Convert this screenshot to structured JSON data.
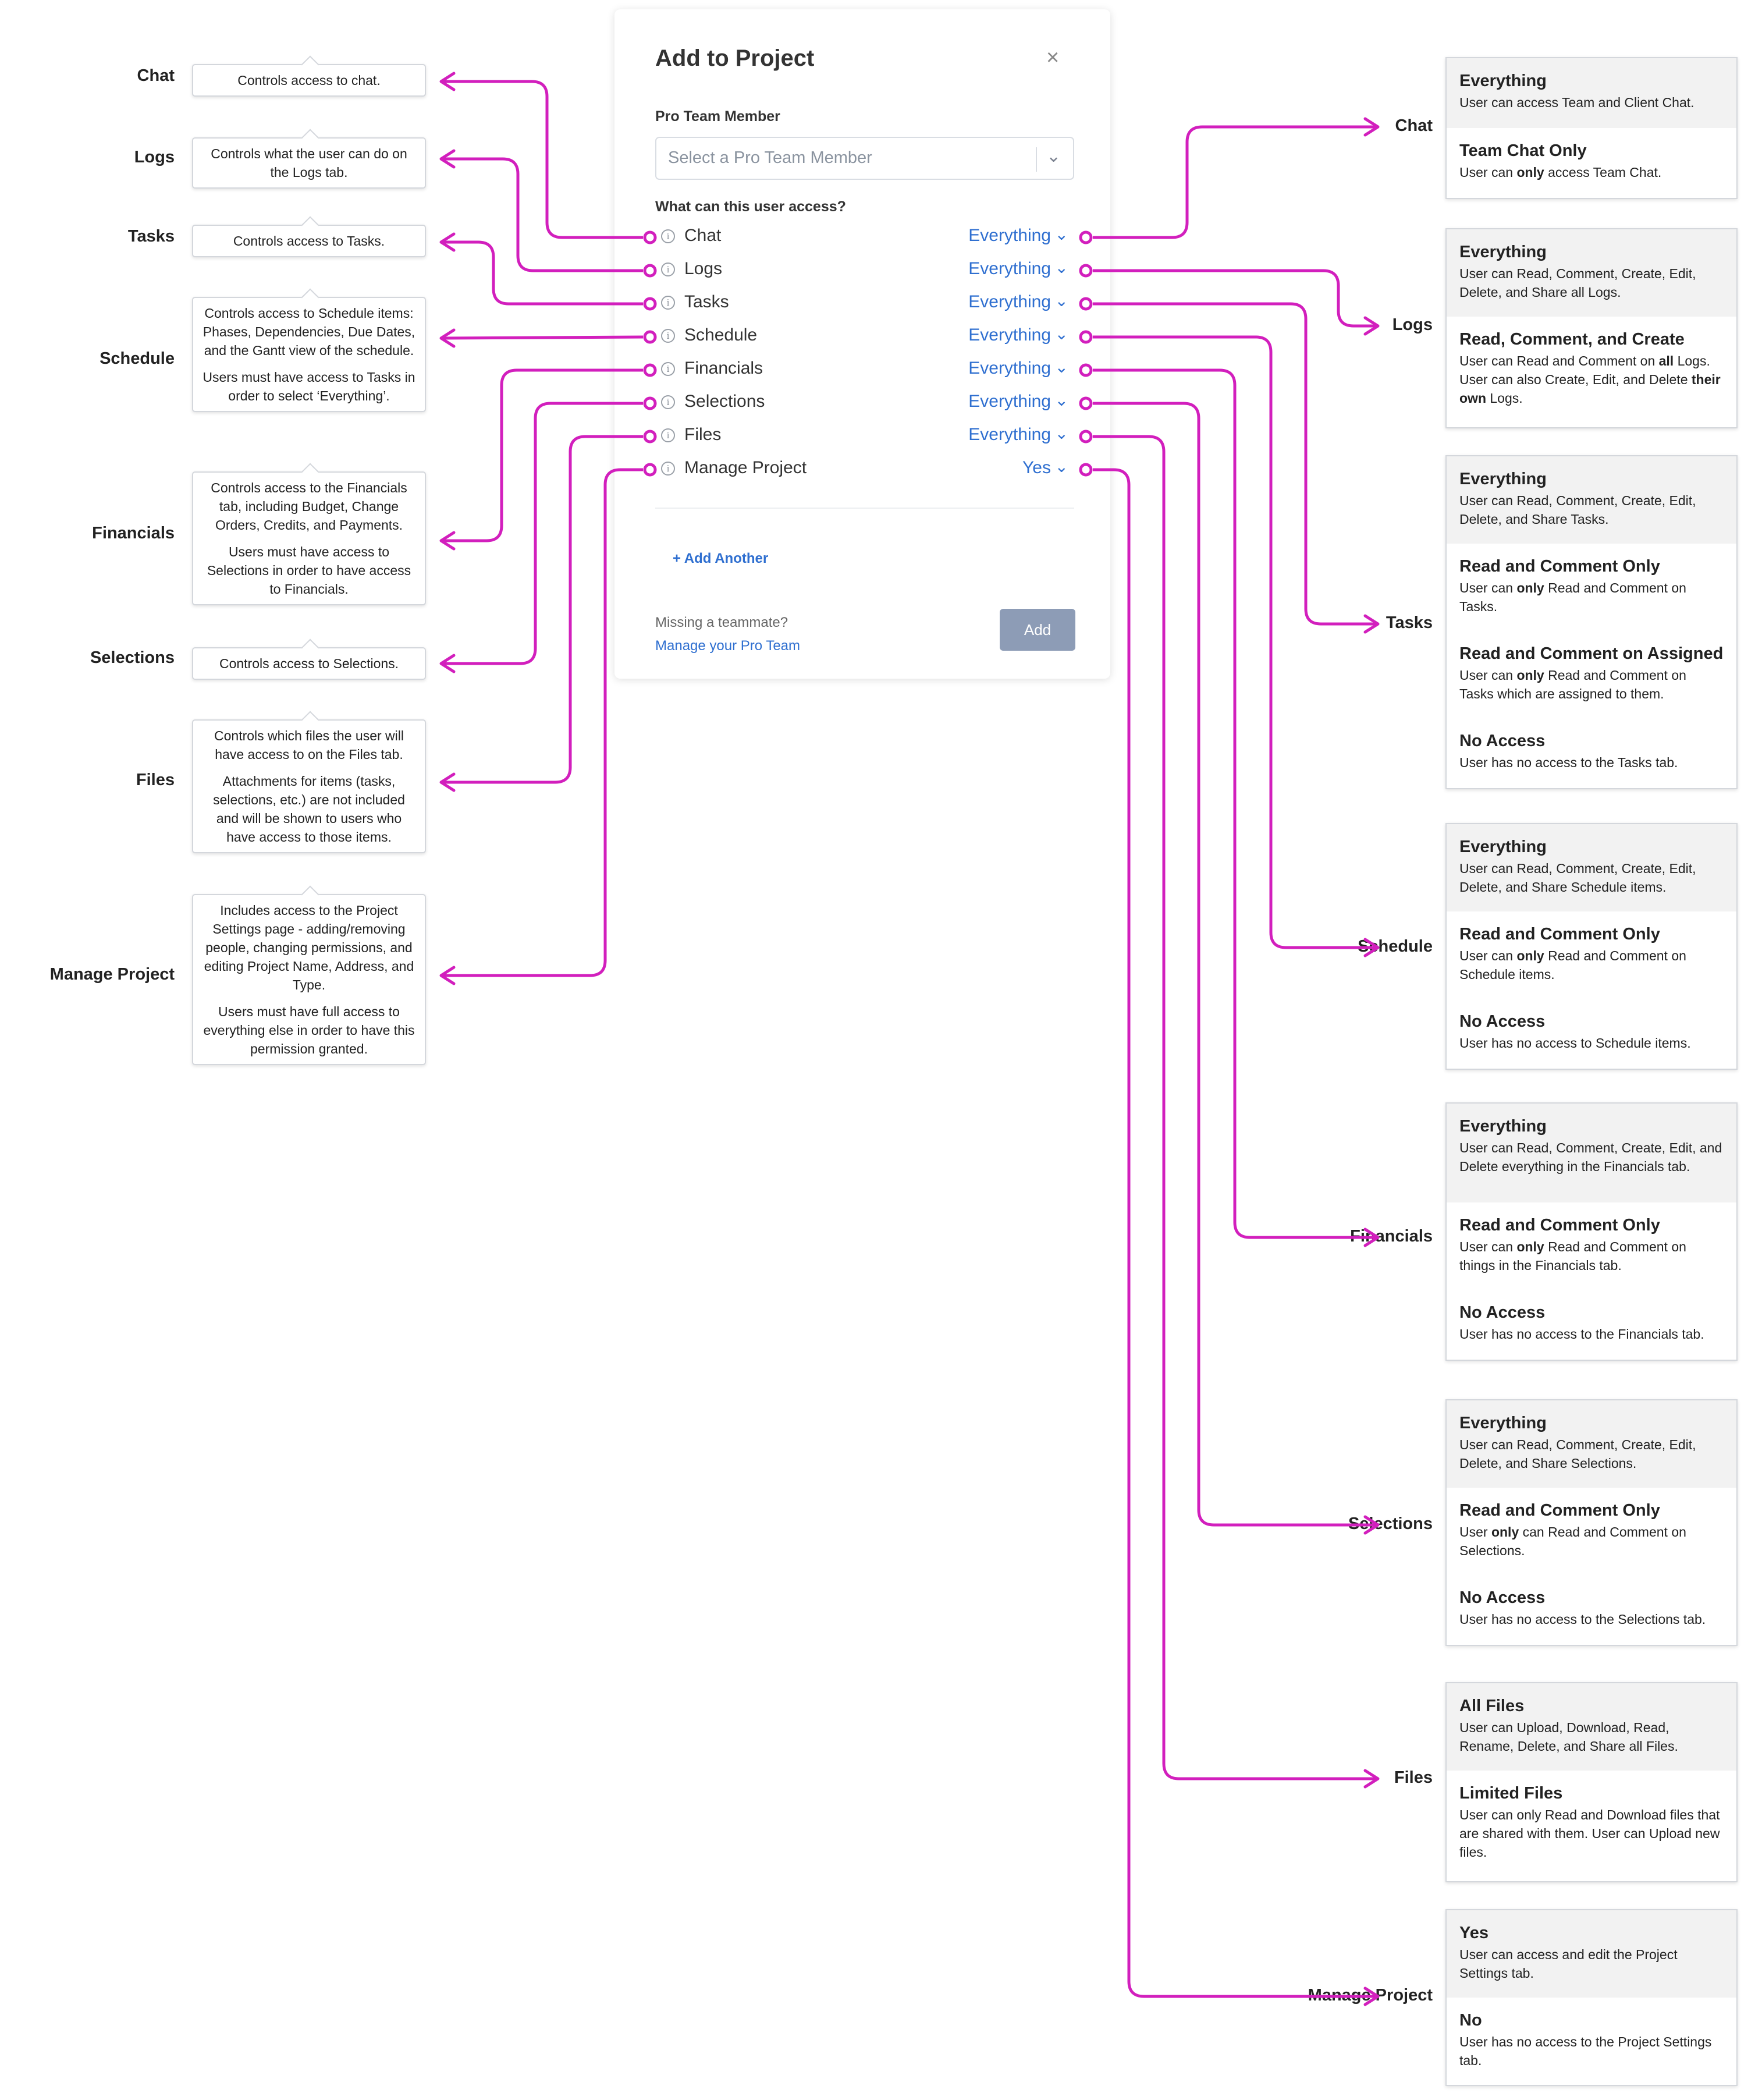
{
  "modal": {
    "title": "Add to Project",
    "close": "×",
    "member_label": "Pro Team Member",
    "member_placeholder": "Select a Pro Team Member",
    "access_label": "What can this user access?",
    "rows": [
      {
        "name": "Chat",
        "value": "Everything"
      },
      {
        "name": "Logs",
        "value": "Everything"
      },
      {
        "name": "Tasks",
        "value": "Everything"
      },
      {
        "name": "Schedule",
        "value": "Everything"
      },
      {
        "name": "Financials",
        "value": "Everything"
      },
      {
        "name": "Selections",
        "value": "Everything"
      },
      {
        "name": "Files",
        "value": "Everything"
      },
      {
        "name": "Manage Project",
        "value": "Yes"
      }
    ],
    "add_another": "+ Add Another",
    "missing": "Missing a teammate?",
    "manage_team": "Manage your Pro Team",
    "add_button": "Add"
  },
  "left": [
    {
      "label": "Chat",
      "tip": [
        "Controls access to chat."
      ]
    },
    {
      "label": "Logs",
      "tip": [
        "Controls what the user can do on the Logs tab."
      ]
    },
    {
      "label": "Tasks",
      "tip": [
        "Controls access to Tasks."
      ]
    },
    {
      "label": "Schedule",
      "tip": [
        "Controls access to Schedule items: Phases, Dependencies, Due Dates, and the Gantt view of the schedule.",
        "Users must have access to Tasks in order to select ‘Everything’."
      ]
    },
    {
      "label": "Financials",
      "tip": [
        "Controls access to the Financials tab, including Budget, Change Orders, Credits, and Payments.",
        "Users must have access to Selections in order to have access to Financials."
      ]
    },
    {
      "label": "Selections",
      "tip": [
        "Controls access to Selections."
      ]
    },
    {
      "label": "Files",
      "tip": [
        "Controls which files the user will have access to on the Files tab.",
        "Attachments for items (tasks, selections, etc.) are not included and will be shown to users who have access to those items."
      ]
    },
    {
      "label": "Manage Project",
      "tip": [
        "Includes access to the Project Settings page - adding/removing people, changing permissions, and editing Project Name, Address, and Type.",
        "Users must have full access to everything else in order to have this permission granted."
      ]
    }
  ],
  "right": [
    {
      "label": "Chat",
      "options": [
        {
          "title": "Everything",
          "desc": "User can access Team and Client Chat."
        },
        {
          "title": "Team Chat Only",
          "desc": "User can <b>only</b> access Team Chat."
        }
      ]
    },
    {
      "label": "Logs",
      "options": [
        {
          "title": "Everything",
          "desc": "User can Read, Comment, Create, Edit, Delete, and Share all Logs."
        },
        {
          "title": "Read, Comment, and Create",
          "desc": "User can Read and Comment on <b>all</b> Logs. User can also Create, Edit, and Delete <b>their own</b> Logs."
        }
      ]
    },
    {
      "label": "Tasks",
      "options": [
        {
          "title": "Everything",
          "desc": "User can Read, Comment, Create, Edit, Delete, and Share Tasks."
        },
        {
          "title": "Read and Comment Only",
          "desc": "User can <b>only</b> Read and Comment on Tasks."
        },
        {
          "title": "Read and Comment on Assigned",
          "desc": "User can <b>only</b> Read and Comment on Tasks which are assigned to them."
        },
        {
          "title": "No Access",
          "desc": "User has no access to the Tasks tab."
        }
      ]
    },
    {
      "label": "Schedule",
      "options": [
        {
          "title": "Everything",
          "desc": "User can Read, Comment, Create, Edit, Delete, and Share Schedule items."
        },
        {
          "title": "Read and Comment Only",
          "desc": "User can <b>only</b> Read and Comment on Schedule items."
        },
        {
          "title": "No Access",
          "desc": "User has no access to Schedule items."
        }
      ]
    },
    {
      "label": "Financials",
      "options": [
        {
          "title": "Everything",
          "desc": "User can Read, Comment, Create, Edit, and Delete everything in the Financials tab."
        },
        {
          "title": "Read and Comment Only",
          "desc": "User can <b>only</b> Read and Comment on things in the Financials tab."
        },
        {
          "title": "No Access",
          "desc": "User has no access to the Financials tab."
        }
      ]
    },
    {
      "label": "Selections",
      "options": [
        {
          "title": "Everything",
          "desc": "User can Read, Comment, Create, Edit, Delete, and Share Selections."
        },
        {
          "title": "Read and Comment Only",
          "desc": "User <b>only</b> can Read and Comment on Selections."
        },
        {
          "title": "No Access",
          "desc": "User has no access to the Selections tab."
        }
      ]
    },
    {
      "label": "Files",
      "options": [
        {
          "title": "All Files",
          "desc": "User can Upload, Download, Read, Rename, Delete, and Share all Files."
        },
        {
          "title": "Limited Files",
          "desc": "User can only Read and Download files that are shared with them. User can Upload new files."
        }
      ]
    },
    {
      "label": "Manage Project",
      "options": [
        {
          "title": "Yes",
          "desc": "User can access and edit the Project Settings tab."
        },
        {
          "title": "No",
          "desc": "User has no access to the Project Settings tab."
        }
      ]
    }
  ],
  "colors": {
    "wire": "#d21fbd",
    "link": "#2f6fd0",
    "button": "#8d9cb6"
  }
}
